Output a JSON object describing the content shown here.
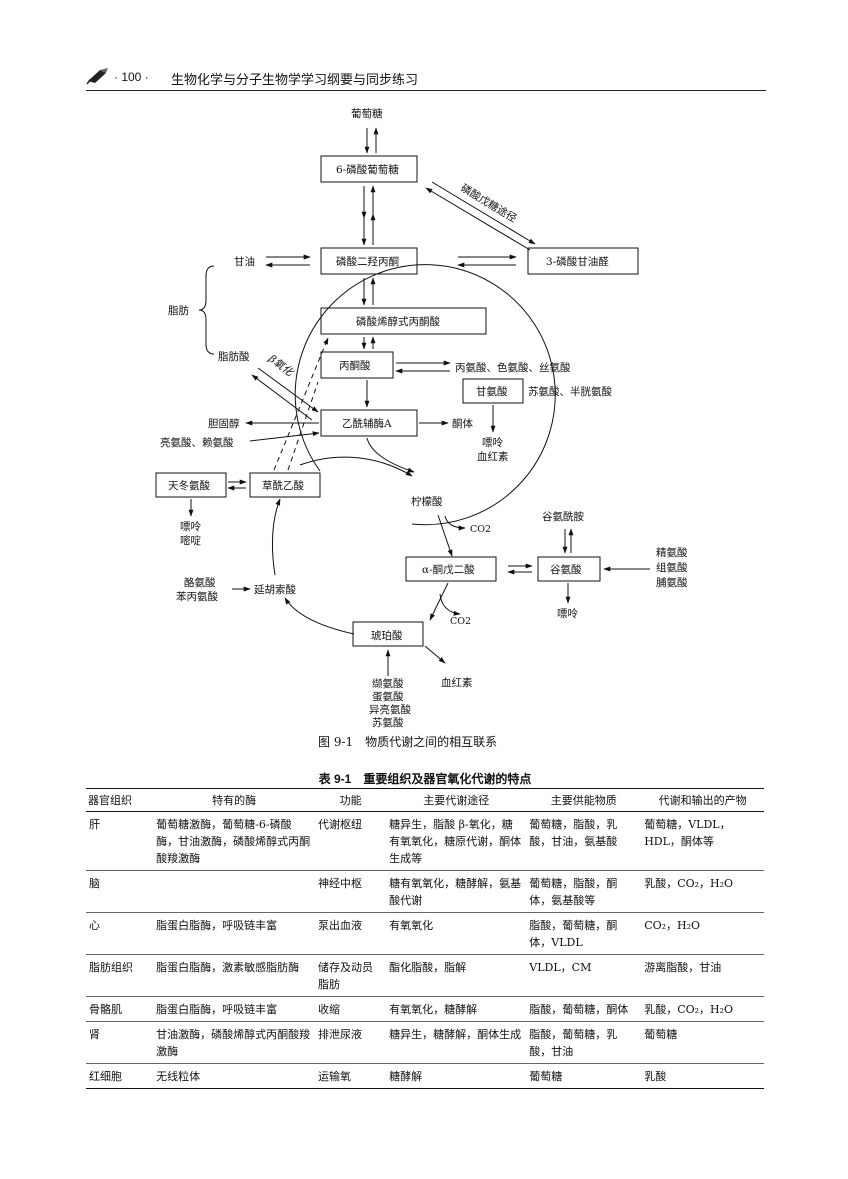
{
  "header": {
    "page_number": "· 100 ·",
    "book_title": "生物化学与分子生物学学习纲要与同步练习"
  },
  "figure": {
    "caption": "图 9-1　物质代谢之间的相互联系",
    "nodes": {
      "glucose": "葡萄糖",
      "g6p": "6-磷酸葡萄糖",
      "pentose_pathway": "磷酸戊糖途径",
      "glycerol": "甘油",
      "dhap": "磷酸二羟丙酮",
      "g3p": "3-磷酸甘油醛",
      "fat": "脂肪",
      "pep": "磷酸烯醇式丙酮酸",
      "fatty_acid": "脂肪酸",
      "beta_oxidation": "β氧化",
      "pyruvate": "丙酮酸",
      "ala_trp_ser": "丙氨酸、色氨酸、丝氨酸",
      "glycine": "甘氨酸",
      "thr_cys": "苏氨酸、半胱氨酸",
      "purine1": "嘌呤",
      "heme1": "血红素",
      "cholesterol": "胆固醇",
      "acetyl_coa": "乙酰辅酶A",
      "ketone_bodies": "酮体",
      "leu_lys": "亮氨酸、赖氨酸",
      "aspartate": "天冬氨酸",
      "oxaloacetate": "草酰乙酸",
      "purine2": "嘌呤",
      "pyrimidine": "嘧啶",
      "citrate": "柠檬酸",
      "co2_1": "CO2",
      "glutamine": "谷氨酰胺",
      "akg": "α-酮戊二酸",
      "glutamate": "谷氨酸",
      "arg": "精氨酸",
      "his": "组氨酸",
      "pro": "脯氨酸",
      "tyr": "酪氨酸",
      "phe": "苯丙氨酸",
      "fumarate": "延胡索酸",
      "co2_2": "CO2",
      "purine3": "嘌呤",
      "succinate": "琥珀酸",
      "heme2": "血红素",
      "val": "缬氨酸",
      "met": "蛋氨酸",
      "ile": "异亮氨酸",
      "thr": "苏氨酸"
    }
  },
  "table": {
    "title": "表 9-1　重要组织及器官氧化代谢的特点",
    "headers": [
      "器官组织",
      "特有的酶",
      "功能",
      "主要代谢途径",
      "主要供能物质",
      "代谢和输出的产物"
    ],
    "rows": [
      [
        "肝",
        "葡萄糖激酶，葡萄糖-6-磷酸酶，甘油激酶，磷酸烯醇式丙酮酸羧激酶",
        "代谢枢纽",
        "糖异生，脂酸 β-氧化，糖有氧氧化，糖原代谢，酮体生成等",
        "葡萄糖，脂酸，乳酸，甘油，氨基酸",
        "葡萄糖，VLDL，HDL，酮体等"
      ],
      [
        "脑",
        "",
        "神经中枢",
        "糖有氧氧化，糖酵解，氨基酸代谢",
        "葡萄糖，脂酸，酮体，氨基酸等",
        "乳酸，CO₂，H₂O"
      ],
      [
        "心",
        "脂蛋白脂酶，呼吸链丰富",
        "泵出血液",
        "有氧氧化",
        "脂酸，葡萄糖，酮体，VLDL",
        "CO₂，H₂O"
      ],
      [
        "脂肪组织",
        "脂蛋白脂酶，激素敏感脂肪酶",
        "储存及动员脂肪",
        "酯化脂酸，脂解",
        "VLDL，CM",
        "游离脂酸，甘油"
      ],
      [
        "骨骼肌",
        "脂蛋白脂酶，呼吸链丰富",
        "收缩",
        "有氧氧化，糖酵解",
        "脂酸，葡萄糖，酮体",
        "乳酸，CO₂，H₂O"
      ],
      [
        "肾",
        "甘油激酶，磷酸烯醇式丙酮酸羧激酶",
        "排泄尿液",
        "糖异生，糖酵解，酮体生成",
        "脂酸，葡萄糖，乳酸，甘油",
        "葡萄糖"
      ],
      [
        "红细胞",
        "无线粒体",
        "运输氧",
        "糖酵解",
        "葡萄糖",
        "乳酸"
      ]
    ]
  }
}
